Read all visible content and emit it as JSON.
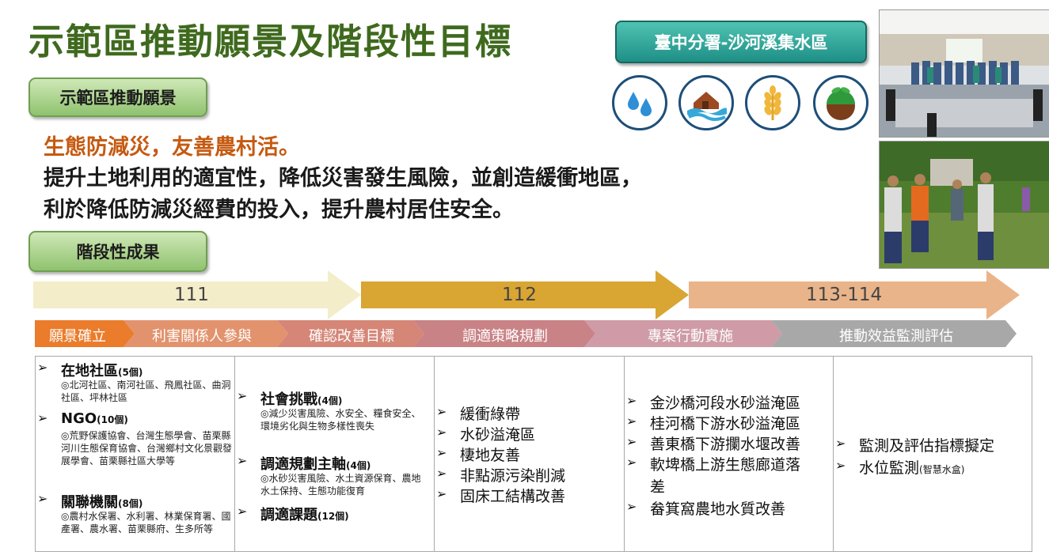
{
  "header": {
    "title": "示範區推動願景及階段性目標",
    "region": "臺中分署-沙河溪集水區"
  },
  "vision": {
    "tag": "示範區推動願景",
    "motto": "生態防減災，友善農村活。",
    "line1": "提升土地利用的適宜性，降低災害發生風險，並創造緩衝地區，",
    "line2": "利於降低防減災經費的投入，提升農村居住安全。"
  },
  "icons": [
    "water-drops-icon",
    "flood-house-icon",
    "rice-ear-icon",
    "soil-sprout-icon"
  ],
  "stage": {
    "tag": "階段性成果"
  },
  "timeline": {
    "years": [
      "111",
      "112",
      "113-114"
    ],
    "colors": [
      "#f3edc9",
      "#d9a533",
      "#e9b48a"
    ]
  },
  "steps": {
    "labels": [
      "願景確立",
      "利害關係人參與",
      "確認改善目標",
      "調適策略規劃",
      "專案行動實施",
      "推動效益監測評估"
    ],
    "colors": [
      "#ea7c2c",
      "#e2936d",
      "#d58677",
      "#c98286",
      "#cf9ba6",
      "#a8a8a8"
    ]
  },
  "bullet": "➢",
  "columns": {
    "c1": {
      "community": {
        "name": "在地社區",
        "count": "(5個)",
        "detail": "◎北河社區、南河社區、飛鳳社區、曲洞社區、坪林社區"
      },
      "ngo": {
        "name": "NGO",
        "count": "(10個)",
        "detail": "◎荒野保護協會、台灣生態學會、苗栗縣河川生態保育協會、台灣鄉村文化景觀發展學會、苗栗縣社區大學等"
      },
      "agency": {
        "name": "關聯機關",
        "count": "(8個)",
        "detail": "◎農村水保署、水利署、林業保育署、國產署、農水署、苗栗縣府、生多所等"
      }
    },
    "c2": {
      "challenge": {
        "name": "社會挑戰",
        "count": "(4個)",
        "detail": "◎減少災害風險、水安全、糧食安全、環境劣化與生物多樣性喪失"
      },
      "axis": {
        "name": "調適規劃主軸",
        "count": "(4個)",
        "detail": "◎水砂災害風險、水土資源保育、農地水土保持、生態功能復育"
      },
      "topics": {
        "name": "調適課題",
        "count": "(12個)"
      }
    },
    "c3": [
      "緩衝綠帶",
      "水砂溢淹區",
      "棲地友善",
      "非點源污染削減",
      "固床工結構改善"
    ],
    "c4": [
      "金沙橋河段水砂溢淹區",
      "桂河橋下游水砂溢淹區",
      "善東橋下游攔水堰改善",
      "軟埤橋上游生態廊道落",
      "差",
      "畚箕窩農地水質改善"
    ],
    "c5": {
      "item1": "監測及評估指標擬定",
      "item2": "水位監測",
      "item2_note": "(智慧水盒)"
    }
  }
}
